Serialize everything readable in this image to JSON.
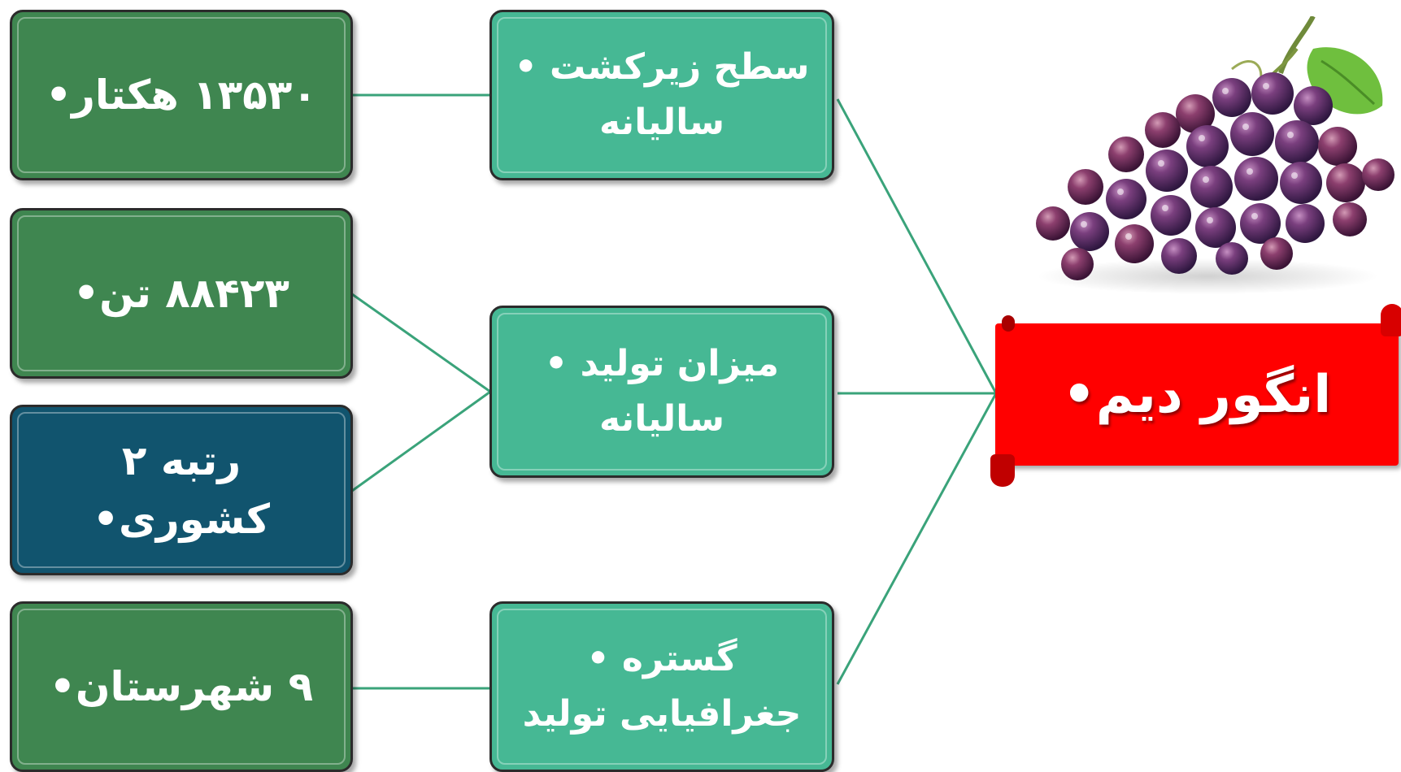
{
  "central_topic": {
    "label": "انگور دیم•",
    "color": "#ff0000"
  },
  "categories": [
    {
      "label": "سطح زیرکشت • سالیانه"
    },
    {
      "label": "میزان تولید • سالیانه"
    },
    {
      "label": "گستره • جغرافیایی تولید"
    }
  ],
  "values": [
    {
      "label": "۱۳۵۳۰ هکتار•"
    },
    {
      "label": "۸۸۴۲۳ تن•"
    },
    {
      "label": "رتبه ۲ کشوری•"
    },
    {
      "label": "۹ شهرستان•"
    }
  ],
  "colors": {
    "value_box": "#3f8650",
    "rank_box": "#11546e",
    "category_box": "#46b894",
    "connector": "#3aa37a"
  },
  "image": {
    "icon": "grape-bunch"
  }
}
